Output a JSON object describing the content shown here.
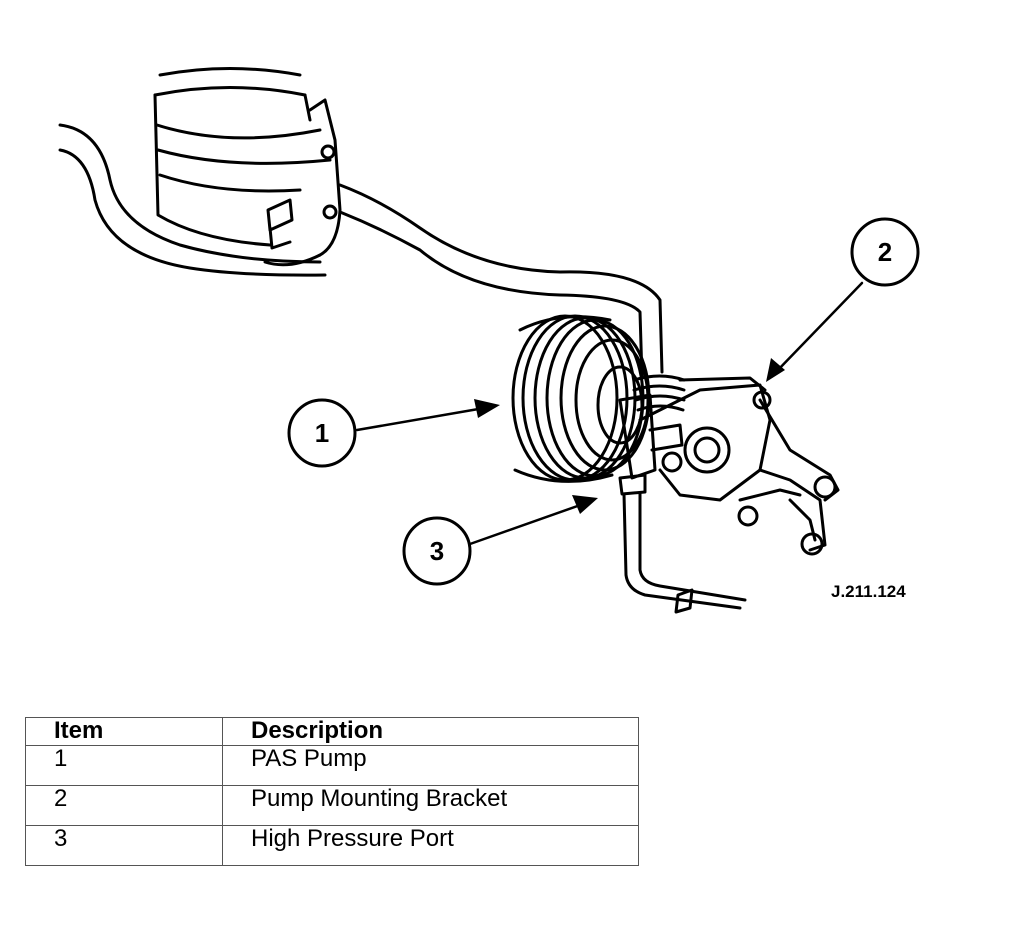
{
  "figure": {
    "reference": "J.211.124",
    "callouts": [
      {
        "number": "1"
      },
      {
        "number": "2"
      },
      {
        "number": "3"
      }
    ]
  },
  "legend": {
    "headers": {
      "item": "Item",
      "description": "Description"
    },
    "rows": [
      {
        "item": "1",
        "description": "PAS Pump"
      },
      {
        "item": "2",
        "description": "Pump Mounting Bracket"
      },
      {
        "item": "3",
        "description": "High Pressure Port"
      }
    ]
  }
}
